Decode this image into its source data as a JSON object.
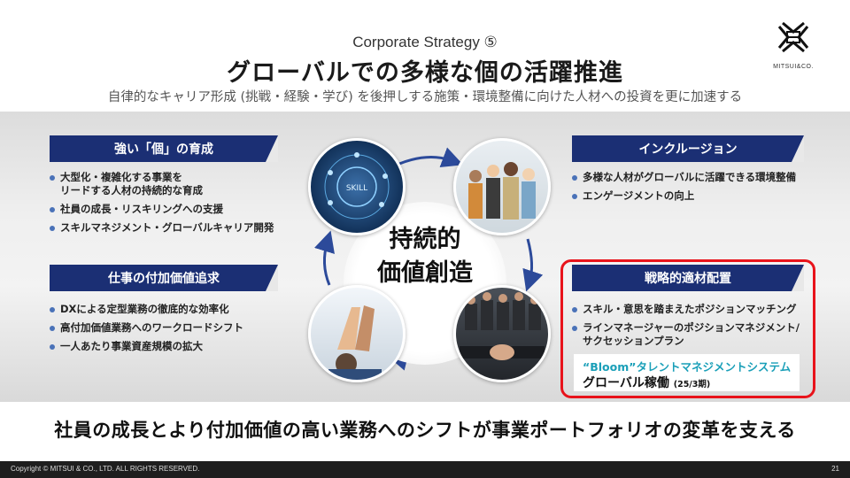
{
  "header": {
    "eyebrow": "Corporate Strategy ⑤",
    "title": "グローバルでの多様な個の活躍推進",
    "lead": "自律的なキャリア形成 (挑戦・経験・学び) を後押しする施策・環境整備に向けた人材への投資を更に加速する"
  },
  "logo": {
    "text": "MITSUI&CO."
  },
  "center": {
    "line1": "持続的",
    "line2": "価値創造"
  },
  "boxes": {
    "top_left": {
      "title": "強い「個」の育成",
      "items": [
        "大型化・複雑化する事業を",
        "リードする人材の持続的な育成",
        "社員の成長・リスキリングへの支援",
        "スキルマネジメント・グローバルキャリア開発"
      ]
    },
    "bottom_left": {
      "title": "仕事の付加価値追求",
      "items": [
        "DXによる定型業務の徹底的な効率化",
        "高付加価値業務へのワークロードシフト",
        "一人あたり事業資産規模の拡大"
      ]
    },
    "top_right": {
      "title": "インクルージョン",
      "items": [
        "多様な人材がグローバルに活躍できる環境整備",
        "エンゲージメントの向上"
      ]
    },
    "bottom_right": {
      "title": "戦略的適材配置",
      "items": [
        "スキル・意思を踏まえたポジションマッチング",
        "ラインマネージャーのポジションマネジメント/",
        "サクセッションプラン"
      ]
    }
  },
  "bloom": {
    "line1": "“Bloom”タレントマネジメントシステム",
    "line2": "グローバル稼働",
    "line2_note": "(25/3期)"
  },
  "photos": {
    "skill_text": "SKILL"
  },
  "footer": {
    "message": "社員の成長とより付加価値の高い業務へのシフトが事業ポートフォリオの変革を支える",
    "copyright": "Copyright © MITSUI & CO., LTD. ALL RIGHTS RESERVED.",
    "page": "21"
  },
  "colors": {
    "navy": "#1b2f74",
    "accent_red": "#e8131b",
    "bullet": "#4a72b8",
    "teal": "#1a9fb8"
  }
}
